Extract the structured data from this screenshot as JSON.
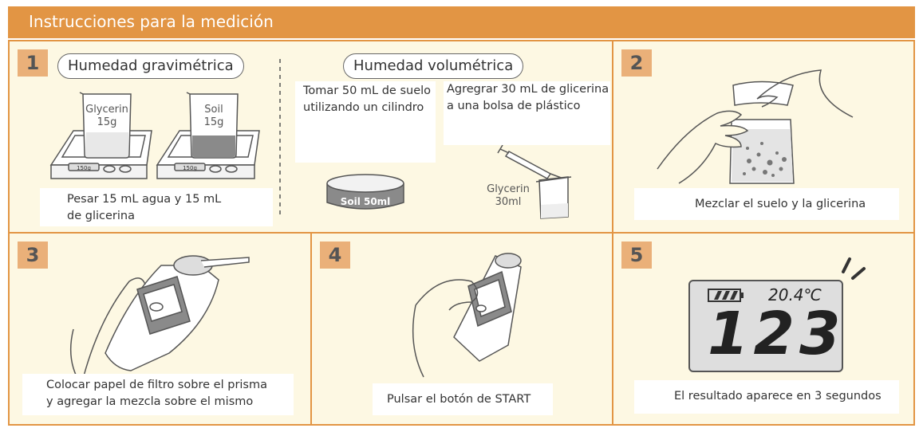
{
  "header": {
    "title": "Instrucciones para la medición"
  },
  "steps": [
    {
      "number": "1",
      "gravimetric_title": "Humedad gravimétrica",
      "volumetric_title": "Humedad volumétrica",
      "beaker_glycerin_label": "Glycerin\n15g",
      "beaker_soil_label": "Soil\n15g",
      "scale_readout_1": "150g",
      "scale_readout_2": "150g",
      "weigh_caption": "Pesar 15 mL agua y 15 mL\n de glicerina",
      "cylinder_caption": "Tomar 50 mL de suelo\nutilizando un cilindro",
      "bag_caption": "Agregrar 30 mL de glicerina\na una bolsa de plástico",
      "soil_cylinder_label": "Soil 50ml",
      "glycerin_bag_label": "Glycerin\n30ml"
    },
    {
      "number": "2",
      "caption": "Mezclar el suelo y la glicerina"
    },
    {
      "number": "3",
      "caption": "Colocar papel de filtro sobre el prisma\ny agregar la mezcla sobre el mismo"
    },
    {
      "number": "4",
      "caption": "Pulsar el botón de START"
    },
    {
      "number": "5",
      "display_temp": "20.4℃",
      "display_value": "123",
      "caption": "El resultado aparece en 3 segundos"
    }
  ],
  "colors": {
    "header": "#e29544",
    "panel_bg": "#fdf8e3",
    "badge": "#eab079"
  }
}
